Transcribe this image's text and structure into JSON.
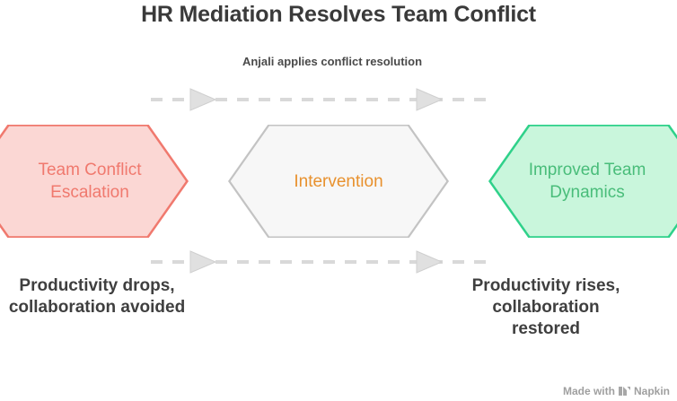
{
  "page": {
    "title": "HR Mediation Resolves Team Conflict",
    "background": "#ffffff",
    "title_color": "#3a3a3a"
  },
  "diagram": {
    "type": "flow",
    "orientation": "left-to-right",
    "nodes": [
      {
        "id": "conflict",
        "shape": "hexagon",
        "label": "Team Conflict Escalation",
        "fill": "#fbd7d4",
        "border": "#f0796e",
        "text_color": "#f0796e",
        "caption": "Productivity drops, collaboration avoided"
      },
      {
        "id": "intervention",
        "shape": "hexagon",
        "label": "Intervention",
        "fill": "#f7f7f7",
        "border": "#c3c3c3",
        "text_color": "#e8912e",
        "caption": ""
      },
      {
        "id": "improved",
        "shape": "hexagon",
        "label": "Improved Team Dynamics",
        "fill": "#c9f6dc",
        "border": "#2fd18a",
        "text_color": "#49bd7a",
        "caption": "Productivity rises, collaboration restored"
      }
    ],
    "connector_label": "Anjali applies conflict resolution",
    "connector_label_color": "#4a4a4a",
    "connector_style": "dashed",
    "connector_color": "#d9d9d9",
    "connector_arrowhead": "triangle"
  },
  "captions": {
    "left": "Productivity drops, collaboration avoided",
    "right": "Productivity rises, collaboration restored",
    "color": "#3f3f3f"
  },
  "watermark": {
    "text_before": "Made with",
    "brand": "Napkin",
    "icon": "napkin-logo-icon",
    "color": "#808080"
  }
}
